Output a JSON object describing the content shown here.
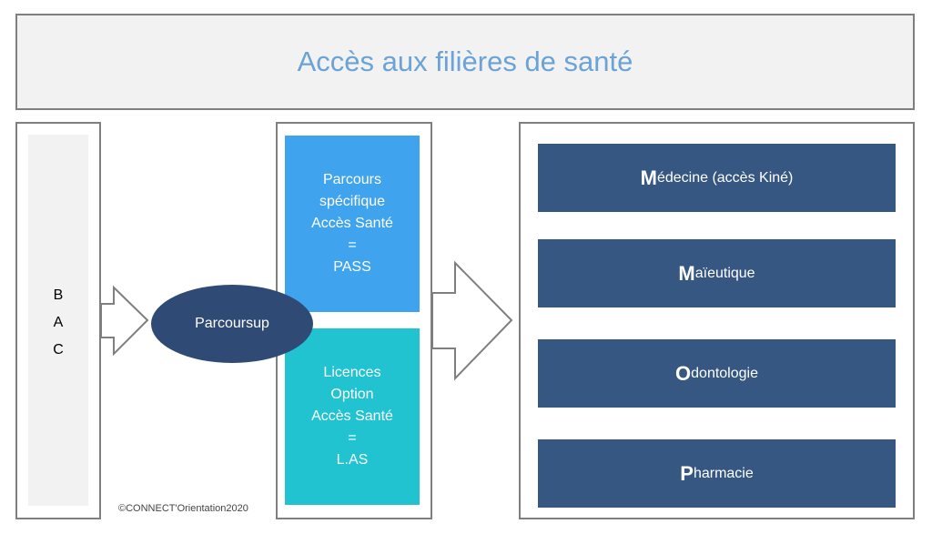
{
  "title": "Accès aux filières de santé",
  "bac": {
    "letters": [
      "B",
      "A",
      "C"
    ]
  },
  "parcoursup": {
    "label": "Parcoursup"
  },
  "pass": {
    "lines": [
      "Parcours",
      "spécifique",
      "Accès Santé",
      "=",
      "PASS"
    ]
  },
  "las": {
    "lines": [
      "Licences",
      "Option",
      "Accès Santé",
      "=",
      "L.AS"
    ]
  },
  "fields": [
    {
      "initial": "M",
      "rest": "édecine (accès Kiné)"
    },
    {
      "initial": "M",
      "rest": "aïeutique"
    },
    {
      "initial": "O",
      "rest": "dontologie"
    },
    {
      "initial": "P",
      "rest": "harmacie"
    }
  ],
  "copyright": "©CONNECT'Orientation2020",
  "colors": {
    "title_text": "#6ba3d6",
    "pass_box": "#3fa3ee",
    "las_box": "#20c3cf",
    "field_box": "#355782",
    "oval": "#2e4a75",
    "frame_border": "#7f7f7f"
  }
}
